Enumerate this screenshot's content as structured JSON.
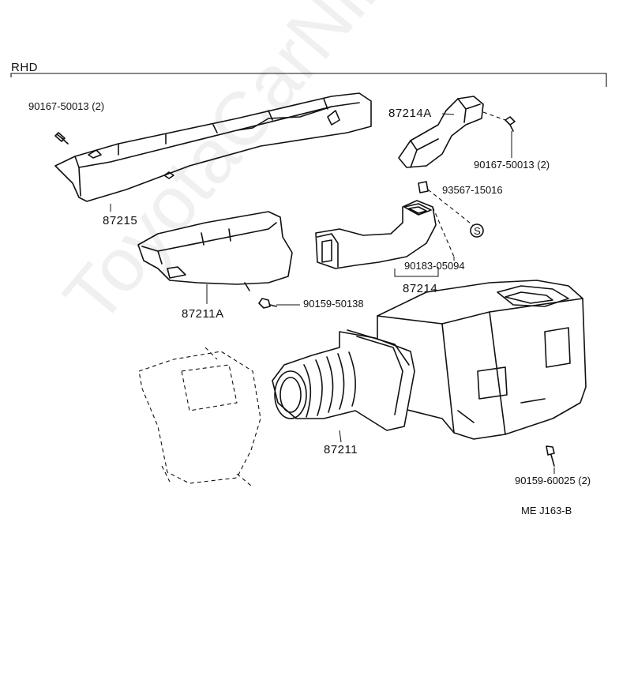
{
  "header": {
    "variant": "RHD"
  },
  "diagram_id": "ME  J163-B",
  "watermark": "ToyotaCarNiru",
  "parts": {
    "p_90167_top_left": "90167-50013 (2)",
    "p_87215": "87215",
    "p_87214A": "87214A",
    "p_90167_right": "90167-50013 (2)",
    "p_93567": "93567-15016",
    "p_S": "S",
    "p_90183": "90183-05094",
    "p_87214": "87214",
    "p_87211A": "87211A",
    "p_90159_50138": "90159-50138",
    "p_87211": "87211",
    "p_90159_60025": "90159-60025 (2)"
  }
}
